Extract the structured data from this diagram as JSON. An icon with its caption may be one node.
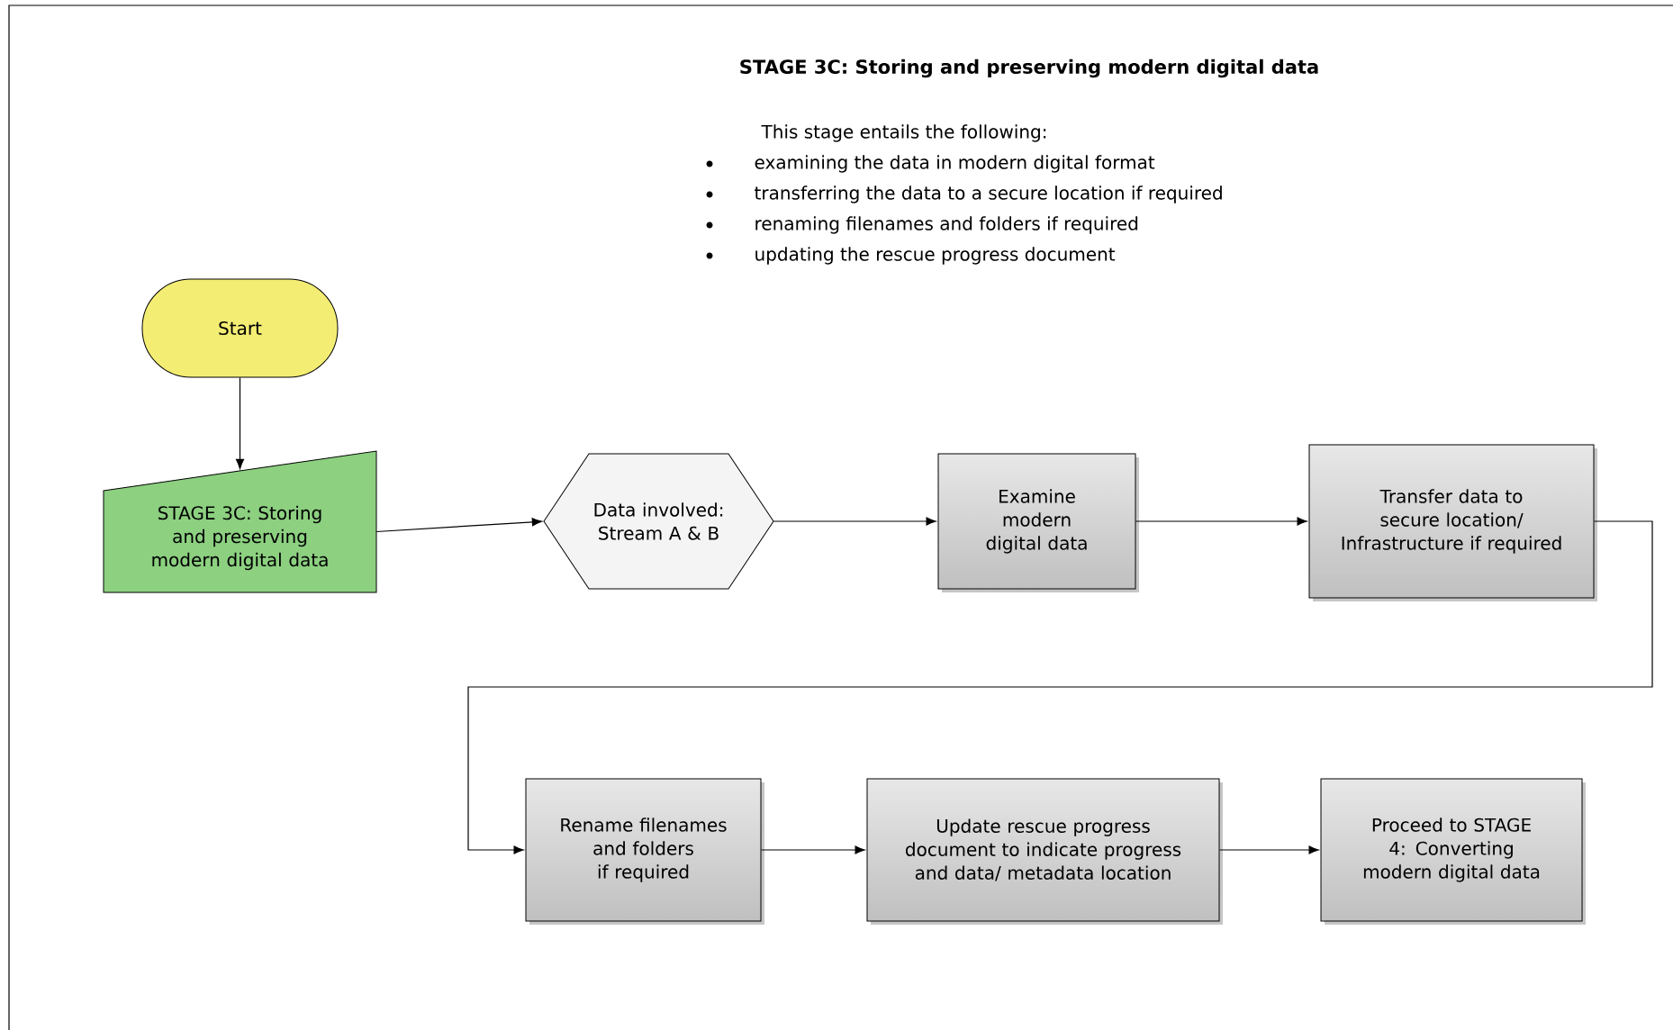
{
  "diagram": {
    "title": "STAGE 3C: Storing and preserving modern digital data",
    "nodes": [
      {
        "text": [
          "Start"
        ]
      },
      {
        "text": [
          "STAGE 3C: Storing and preserving modern digital data"
        ]
      },
      {
        "text": [
          "Data involved: Stream A & B"
        ]
      },
      {
        "text": [
          "Examine modern digital data"
        ]
      },
      {
        "text": [
          "Transfer data to secure location/ Infrastructure if required"
        ]
      },
      {
        "text": [
          "Rename filenames and folders if required"
        ]
      },
      {
        "text": [
          "Update rescue progress document to indicate progress and data/ metadata location"
        ]
      },
      {
        "text": [
          "Proceed to STAGE 4: Converting modern digital data"
        ]
      }
    ],
    "edges": [
      {
        "from": 0,
        "to": 1,
        "arrow": "to"
      },
      {
        "from": 1,
        "to": 2,
        "arrow": "to"
      },
      {
        "from": 2,
        "to": 3,
        "arrow": "to"
      },
      {
        "from": 3,
        "to": 4,
        "arrow": "to"
      },
      {
        "from": 4,
        "to": 5,
        "arrow": "to"
      },
      {
        "from": 5,
        "to": 6,
        "arrow": "to"
      },
      {
        "from": 6,
        "to": 7,
        "arrow": "to"
      }
    ],
    "labels": [
      "This stage entails the following:",
      "examining the data in modern digital format",
      "transferring the data to a secure location if required",
      "renaming filenames and folders if required",
      "updating the rescue progress document"
    ]
  }
}
